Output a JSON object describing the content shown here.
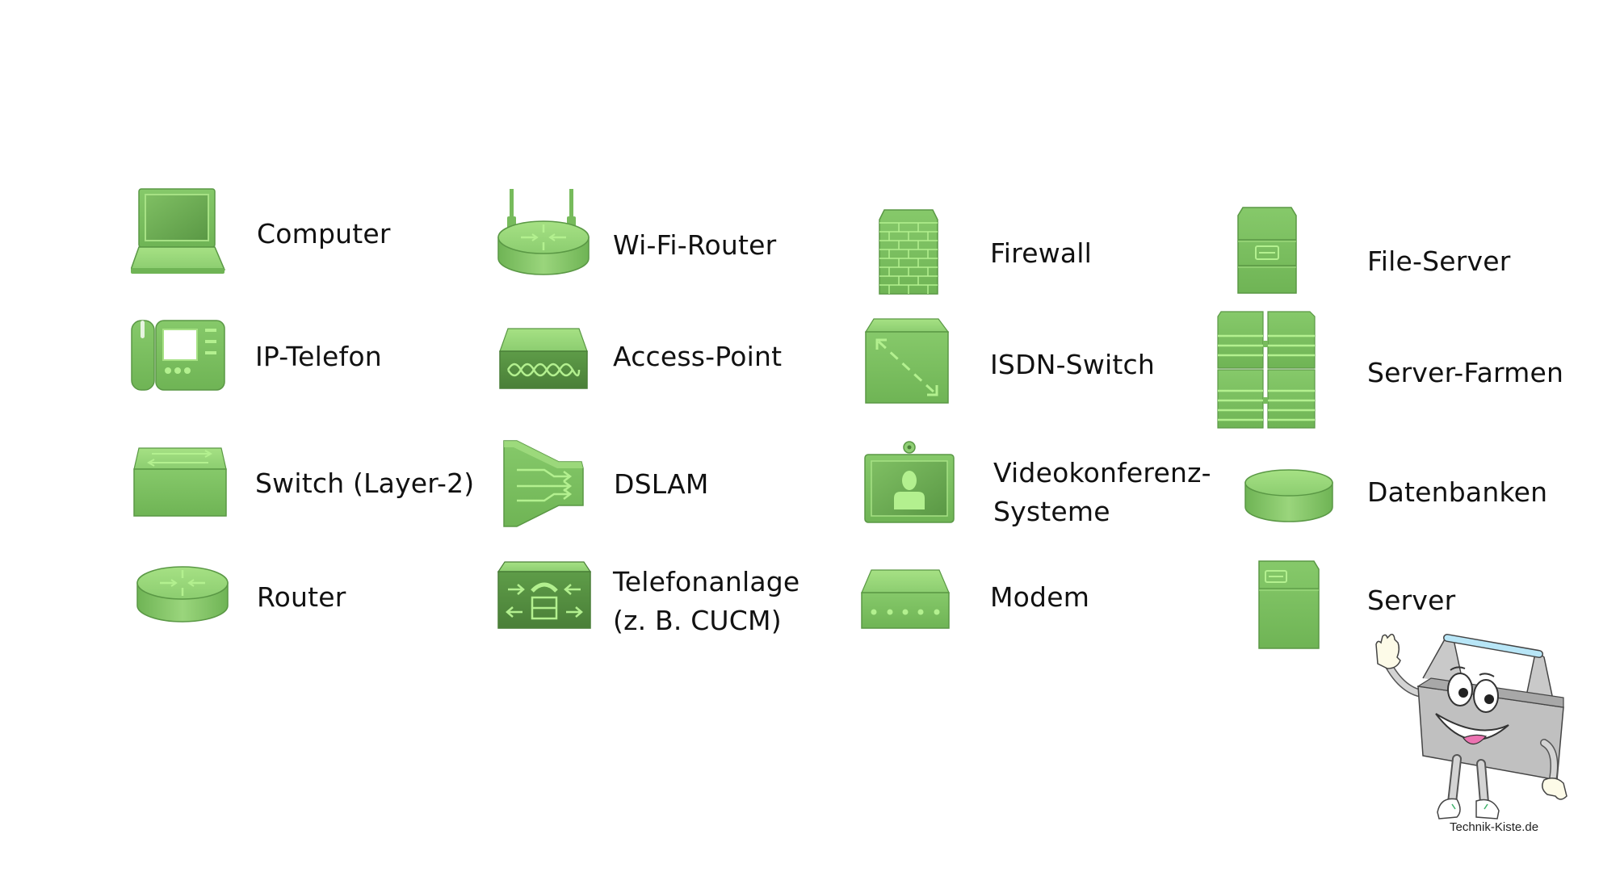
{
  "colors": {
    "icon_light": "#8fcf74",
    "icon_mid": "#77bb5c",
    "icon_dark": "#5a9845",
    "icon_darkest": "#4a7f38",
    "icon_highlight": "#b3f08f",
    "background": "#ffffff",
    "text": "#111111"
  },
  "legend": {
    "columns": [
      {
        "items": [
          {
            "label": "Computer",
            "icon": "laptop-icon"
          },
          {
            "label": "IP-Telefon",
            "icon": "ip-phone-icon"
          },
          {
            "label": "Switch (Layer-2)",
            "icon": "switch-icon"
          },
          {
            "label": "Router",
            "icon": "router-icon"
          }
        ]
      },
      {
        "items": [
          {
            "label": "Wi-Fi-Router",
            "icon": "wifi-router-icon"
          },
          {
            "label": "Access-Point",
            "icon": "access-point-icon"
          },
          {
            "label": "DSLAM",
            "icon": "dslam-icon"
          },
          {
            "label": "Telefonanlage",
            "label2": "(z. B. CUCM)",
            "icon": "pbx-icon"
          }
        ]
      },
      {
        "items": [
          {
            "label": "Firewall",
            "icon": "firewall-icon"
          },
          {
            "label": "ISDN-Switch",
            "icon": "isdn-switch-icon"
          },
          {
            "label": "Videokonferenz-",
            "label2": "Systeme",
            "icon": "video-conference-icon"
          },
          {
            "label": "Modem",
            "icon": "modem-icon"
          }
        ]
      },
      {
        "items": [
          {
            "label": "File-Server",
            "icon": "file-server-icon"
          },
          {
            "label": "Server-Farmen",
            "icon": "server-farm-icon"
          },
          {
            "label": "Datenbanken",
            "icon": "database-icon"
          },
          {
            "label": "Server",
            "icon": "server-icon"
          }
        ]
      }
    ]
  },
  "mascot": {
    "caption": "Technik-Kiste.de",
    "icon": "toolbox-mascot-icon"
  }
}
